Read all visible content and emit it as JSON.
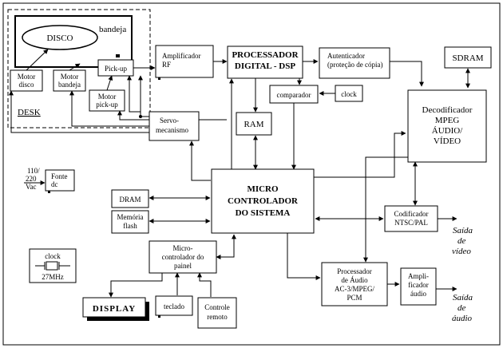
{
  "colors": {
    "line": "#000000",
    "box": "#ffffff",
    "shadow": "#000000"
  },
  "desk": {
    "label": "DESK",
    "disco": "DISCO",
    "bandeja": "bandeja",
    "motor_disco": [
      "Motor",
      "disco"
    ],
    "motor_bandeja": [
      "Motor",
      "bandeja"
    ],
    "pickup": "Pick-up",
    "motor_pickup": [
      "Motor",
      "pick-up"
    ]
  },
  "blocks": {
    "amplificador_rf": [
      "Amplificador",
      "RF"
    ],
    "dsp": [
      "PROCESSADOR",
      "DIGITAL - DSP"
    ],
    "autenticador": [
      "Autenticador",
      "(proteção de cópia)"
    ],
    "sdram": "SDRAM",
    "comparador": "comparador",
    "clock": "clock",
    "ram": "RAM",
    "decodificador": [
      "Decodificador",
      "MPEG",
      "ÁUDIO/",
      "VÍDEO"
    ],
    "servo": [
      "Servo-",
      "mecanismo"
    ],
    "fonte_in": [
      "110/",
      "220",
      "Vac"
    ],
    "fonte": [
      "Fonte",
      "dc"
    ],
    "dram": "DRAM",
    "memoria_flash": [
      "Memória",
      "flash"
    ],
    "micro_controlador": [
      "MICRO",
      "CONTROLADOR",
      "DO SISTEMA"
    ],
    "codificador": [
      "Codificador",
      "NTSC/PAL"
    ],
    "saida_video": [
      "Saída",
      "de",
      "vídeo"
    ],
    "clock_crystal": "clock",
    "crystal_freq": "27MHz",
    "micro_painel": [
      "Micro-",
      "controlador do",
      "painel"
    ],
    "processador_audio": [
      "Processador",
      "de Áudio",
      "AC-3/MPEG/",
      "PCM"
    ],
    "amplificador_audio": [
      "Ampli-",
      "ficador",
      "áudio"
    ],
    "saida_audio": [
      "Saída",
      "de",
      "áudio"
    ],
    "display": "DISPLAY",
    "teclado": "teclado",
    "controle_remoto": [
      "Controle",
      "remoto"
    ]
  }
}
